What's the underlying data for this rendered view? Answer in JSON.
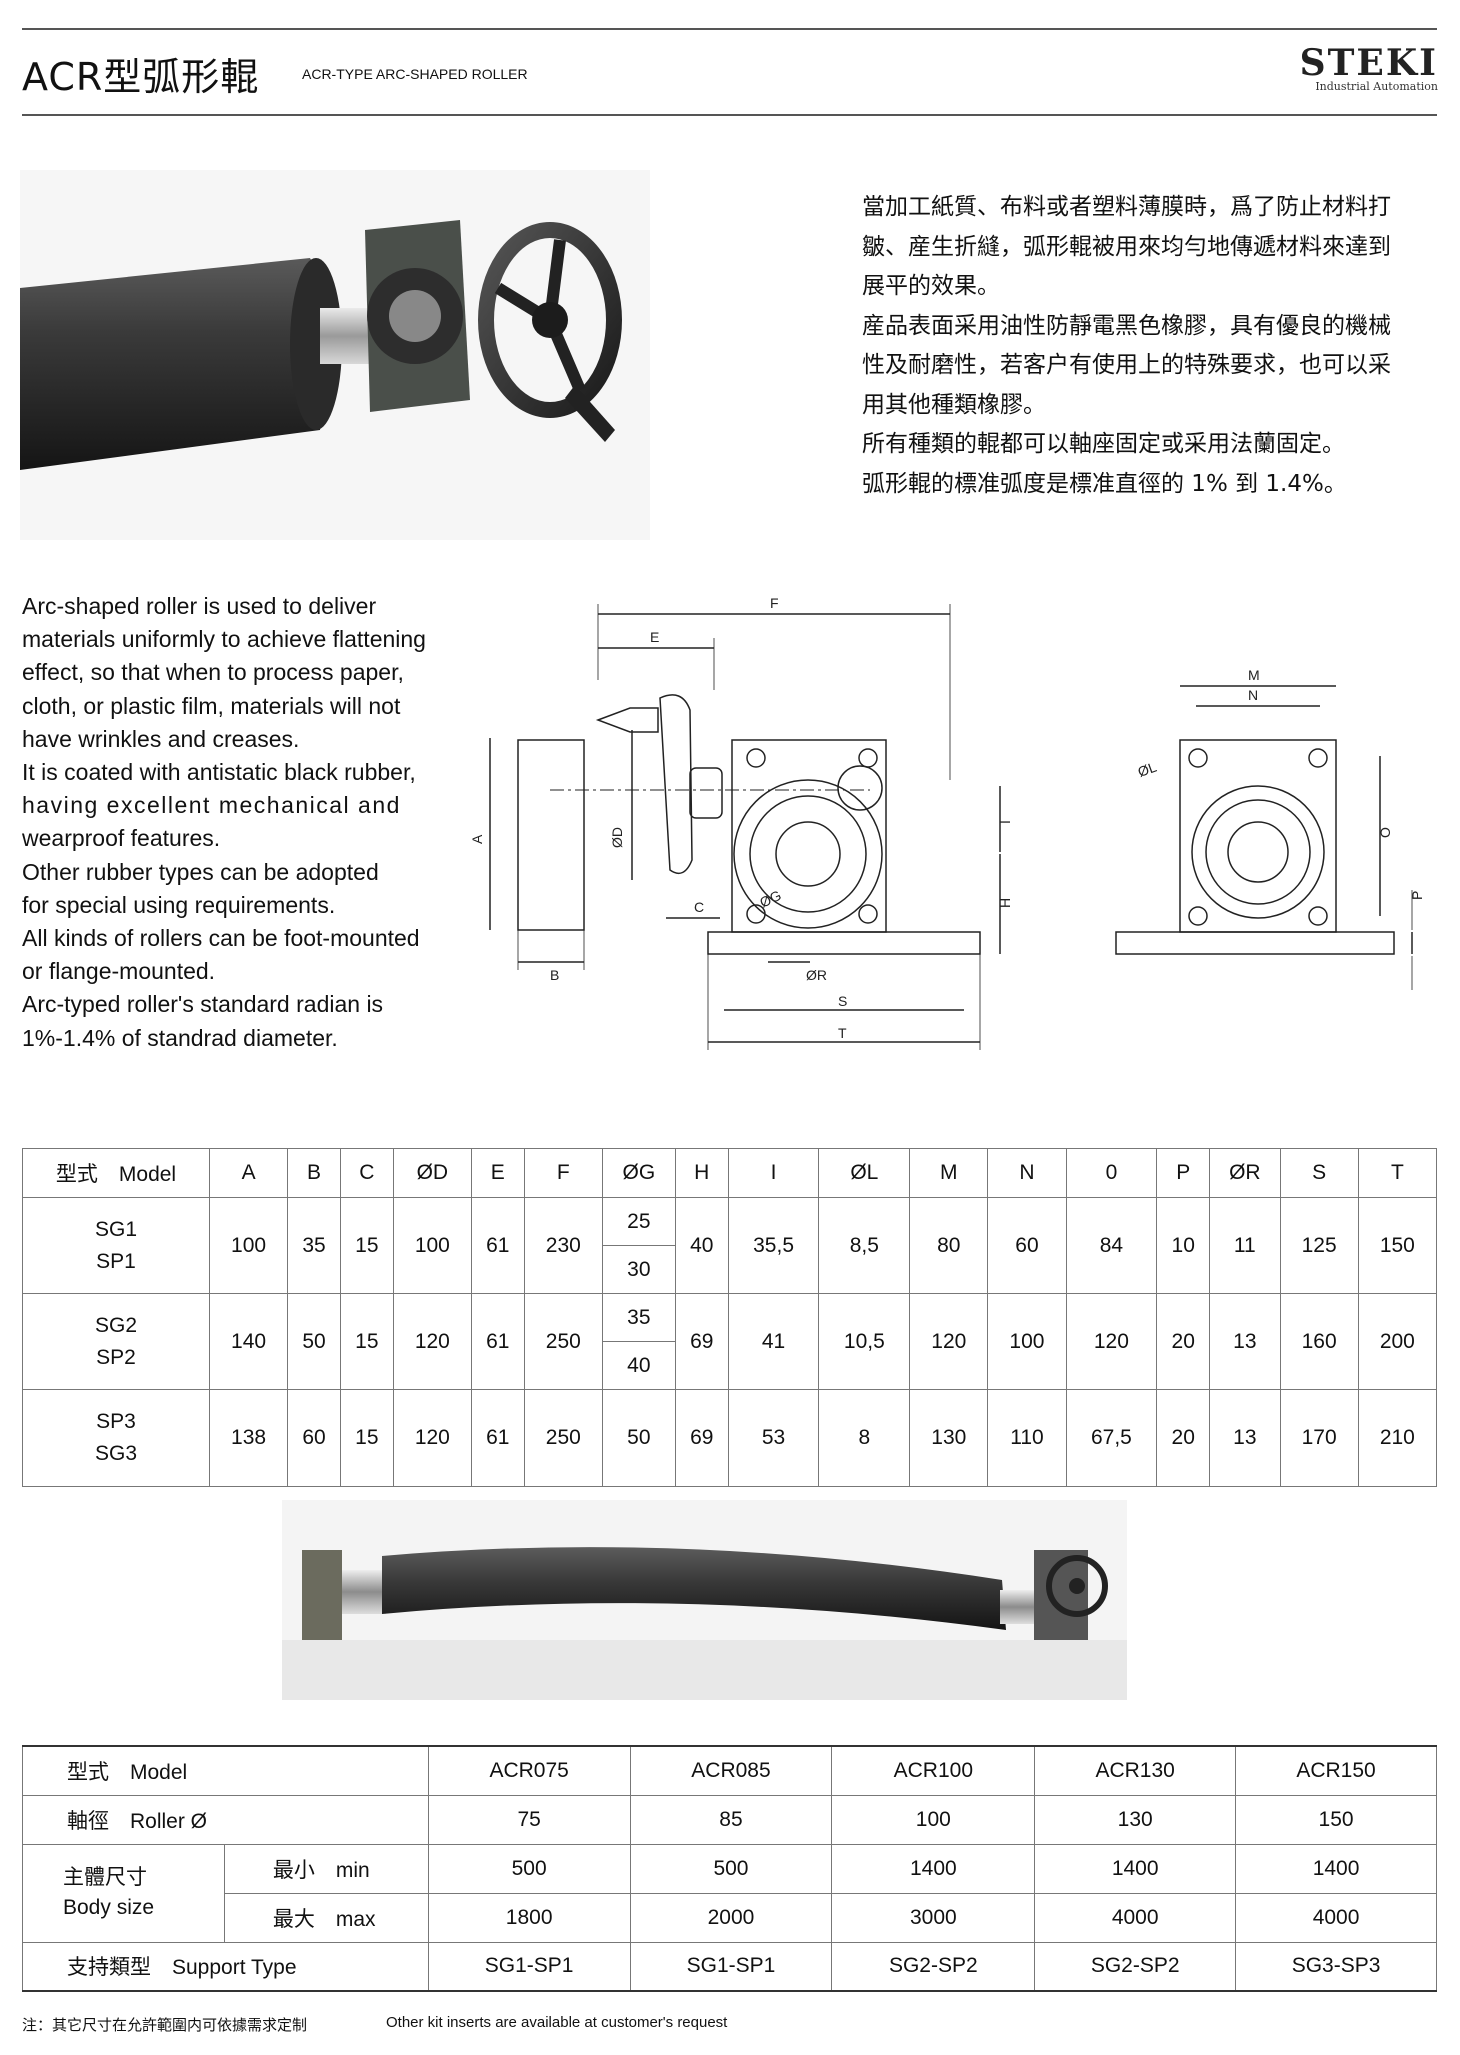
{
  "header": {
    "title": "ACR型弧形輥",
    "subtitle": "ACR-TYPE ARC-SHAPED ROLLER",
    "logo": "STEKI",
    "logo_sub": "Industrial Automation"
  },
  "cn_description": [
    "當加工紙質、布料或者塑料薄膜時，爲了防止材料打",
    "皺、産生折縫，弧形輥被用來均勻地傳遞材料來達到",
    "展平的效果。",
    "産品表面采用油性防靜電黑色橡膠，具有優良的機械",
    "性及耐磨性，若客户有使用上的特殊要求，也可以采",
    "用其他種類橡膠。",
    "所有種類的輥都可以軸座固定或采用法蘭固定。",
    "弧形輥的標准弧度是標准直徑的 1% 到 1.4%。"
  ],
  "en_description": [
    "Arc-shaped roller is used to deliver",
    "materials uniformly to achieve flattening",
    "effect, so that when to process paper,",
    "cloth, or plastic film, materials will not",
    "have wrinkles and creases.",
    "It is coated with antistatic black rubber,",
    "having excellent mechanical and",
    "wearproof features.",
    "Other rubber types can be adopted",
    "for special using requirements.",
    "All kinds of rollers can be foot-mounted",
    "or flange-mounted.",
    "Arc-typed roller's standard radian is",
    "1%-1.4% of standrad diameter."
  ],
  "drawing_labels": {
    "F": "F",
    "E": "E",
    "A": "A",
    "B": "B",
    "C": "C",
    "D": "ØD",
    "G": "ØG",
    "R": "ØR",
    "S": "S",
    "T": "T",
    "H": "H",
    "I": "I",
    "M": "M",
    "N": "N",
    "L": "ØL",
    "O": "O",
    "P": "P"
  },
  "table1": {
    "headers": [
      "型式　Model",
      "A",
      "B",
      "C",
      "ØD",
      "E",
      "F",
      "ØG",
      "H",
      "I",
      "ØL",
      "M",
      "N",
      "0",
      "P",
      "ØR",
      "S",
      "T"
    ],
    "rows": [
      {
        "model": [
          "SG1",
          "SP1"
        ],
        "A": "100",
        "B": "35",
        "C": "15",
        "D": "100",
        "E": "61",
        "F": "230",
        "G": [
          "25",
          "30"
        ],
        "H": "40",
        "I": "35,5",
        "L": "8,5",
        "M": "80",
        "N": "60",
        "O": "84",
        "P": "10",
        "R": "11",
        "S": "125",
        "T": "150"
      },
      {
        "model": [
          "SG2",
          "SP2"
        ],
        "A": "140",
        "B": "50",
        "C": "15",
        "D": "120",
        "E": "61",
        "F": "250",
        "G": [
          "35",
          "40"
        ],
        "H": "69",
        "I": "41",
        "L": "10,5",
        "M": "120",
        "N": "100",
        "O": "120",
        "P": "20",
        "R": "13",
        "S": "160",
        "T": "200"
      },
      {
        "model": [
          "SP3",
          "SG3"
        ],
        "A": "138",
        "B": "60",
        "C": "15",
        "D": "120",
        "E": "61",
        "F": "250",
        "G": [
          "50"
        ],
        "H": "69",
        "I": "53",
        "L": "8",
        "M": "130",
        "N": "110",
        "O": "67,5",
        "P": "20",
        "R": "13",
        "S": "170",
        "T": "210"
      }
    ]
  },
  "table2": {
    "model_label": "型式　Model",
    "models": [
      "ACR075",
      "ACR085",
      "ACR100",
      "ACR130",
      "ACR150"
    ],
    "roller_label": "軸徑　Roller Ø",
    "roller": [
      "75",
      "85",
      "100",
      "130",
      "150"
    ],
    "body_label_cn": "主體尺寸",
    "body_label_en": "Body size",
    "min_label": "最小　min",
    "min": [
      "500",
      "500",
      "1400",
      "1400",
      "1400"
    ],
    "max_label": "最大　max",
    "max": [
      "1800",
      "2000",
      "3000",
      "4000",
      "4000"
    ],
    "support_label": "支持類型　Support Type",
    "support": [
      "SG1-SP1",
      "SG1-SP1",
      "SG2-SP2",
      "SG2-SP2",
      "SG3-SP3"
    ]
  },
  "footnote": {
    "cn": "注：其它尺寸在允許範圍内可依據需求定制",
    "en": "Other kit inserts are available at customer's request"
  }
}
